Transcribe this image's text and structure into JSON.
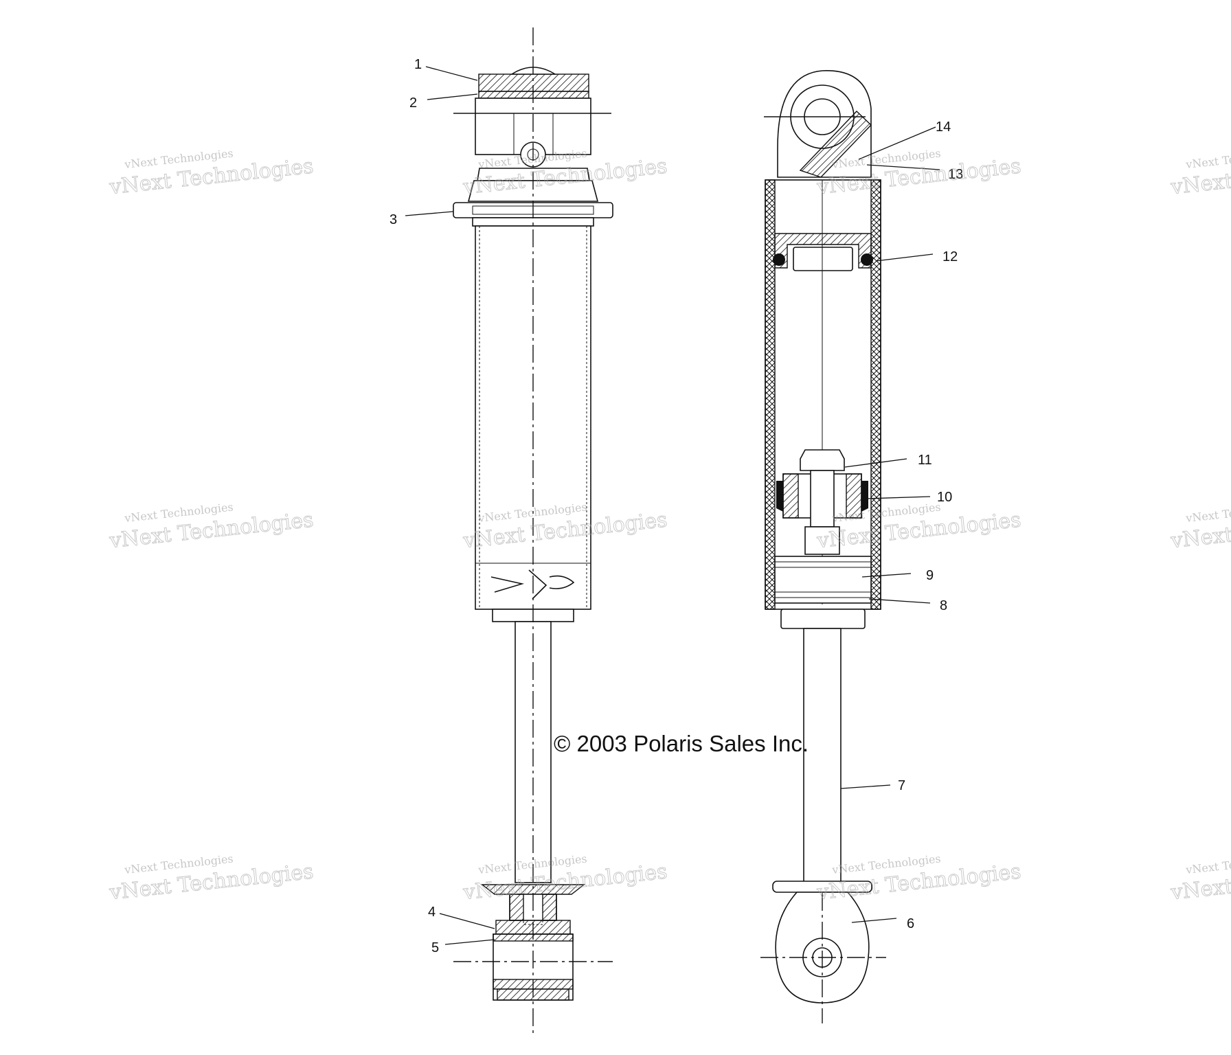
{
  "copyright": "© 2003 Polaris Sales Inc.",
  "watermark": {
    "small": "vNext Technologies",
    "large": "vNext Technologies"
  },
  "callouts": [
    {
      "id": "1",
      "label": "1"
    },
    {
      "id": "2",
      "label": "2"
    },
    {
      "id": "3",
      "label": "3"
    },
    {
      "id": "4",
      "label": "4"
    },
    {
      "id": "5",
      "label": "5"
    },
    {
      "id": "6",
      "label": "6"
    },
    {
      "id": "7",
      "label": "7"
    },
    {
      "id": "8",
      "label": "8"
    },
    {
      "id": "9",
      "label": "9"
    },
    {
      "id": "10",
      "label": "10"
    },
    {
      "id": "11",
      "label": "11"
    },
    {
      "id": "12",
      "label": "12"
    },
    {
      "id": "13",
      "label": "13"
    },
    {
      "id": "14",
      "label": "14"
    }
  ],
  "colors": {
    "line": "#111111",
    "background": "#ffffff",
    "watermark": "#a0a0a0"
  }
}
